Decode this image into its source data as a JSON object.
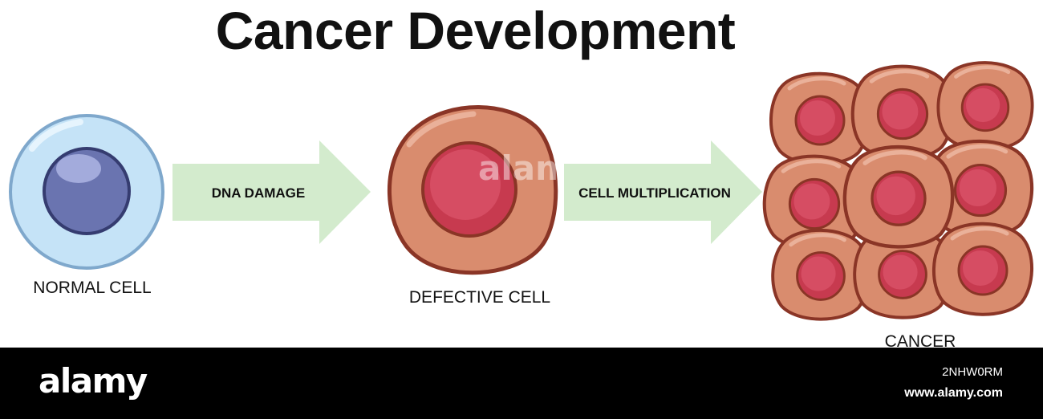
{
  "title": "Cancer Development",
  "steps": [
    {
      "label": "NORMAL CELL"
    },
    {
      "label": "DEFECTIVE CELL"
    },
    {
      "label": "CANCER"
    }
  ],
  "arrows": [
    {
      "label": "DNA DAMAGE"
    },
    {
      "label": "CELL MULTIPLICATION"
    }
  ],
  "watermark": "alamy",
  "footer": {
    "logo": "alamy",
    "image_id": "2NHW0RM",
    "url": "www.alamy.com"
  },
  "colors": {
    "normal_cell_membrane": "#c5e3f7",
    "normal_cell_nucleus": "#6a74b0",
    "cancer_cell_body": "#d98c6e",
    "cancer_cell_nucleus": "#c73a4f",
    "cell_outline": "#8a3526",
    "arrow_fill": "#d3ebcd",
    "footer_bg": "#000000"
  }
}
